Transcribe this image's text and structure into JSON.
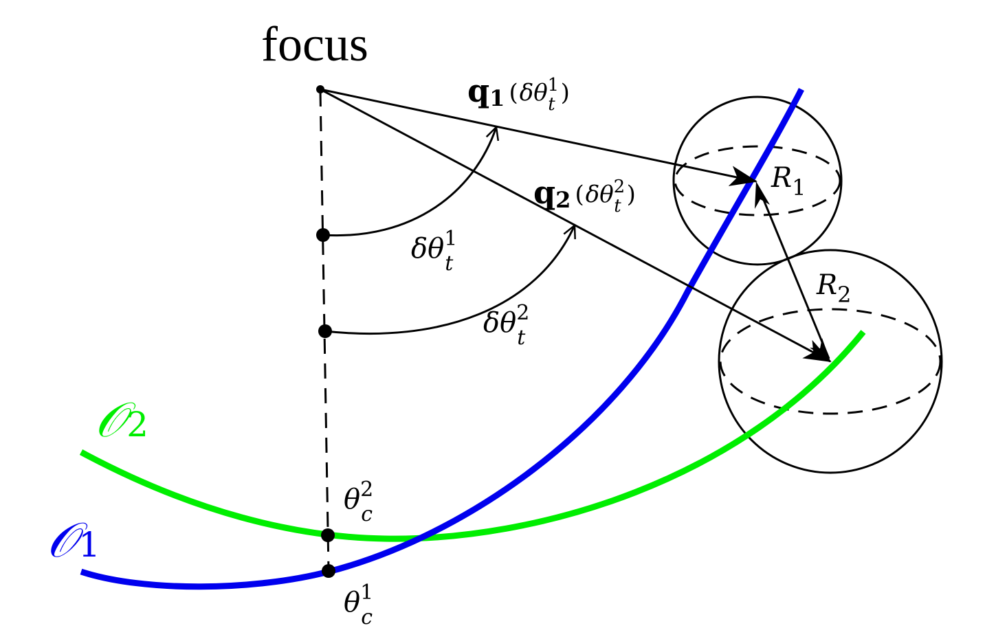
{
  "focus_label": "focus",
  "orbits": [
    {
      "name": "O1",
      "script_letter": "𝒪",
      "subscript": "1",
      "color": "#0000ee"
    },
    {
      "name": "O2",
      "script_letter": "𝒪",
      "subscript": "2",
      "color": "#00ee00"
    }
  ],
  "vectors": {
    "q1": {
      "symbol": "q",
      "sub": "1",
      "arg_open": "(",
      "arg_delta": "δ",
      "arg_theta": "θ",
      "arg_sup": "1",
      "arg_sub": "t",
      "arg_close": ")"
    },
    "q2": {
      "symbol": "q",
      "sub": "2",
      "arg_open": "(",
      "arg_delta": "δ",
      "arg_theta": "θ",
      "arg_sup": "2",
      "arg_sub": "t",
      "arg_close": ")"
    }
  },
  "angles": {
    "dtheta1": {
      "delta": "δ",
      "theta": "θ",
      "sup": "1",
      "sub": "t"
    },
    "dtheta2": {
      "delta": "δ",
      "theta": "θ",
      "sup": "2",
      "sub": "t"
    },
    "theta_c1": {
      "theta": "θ",
      "sup": "1",
      "sub": "c"
    },
    "theta_c2": {
      "theta": "θ",
      "sup": "2",
      "sub": "c"
    }
  },
  "radii": {
    "R1": {
      "letter": "R",
      "sub": "1"
    },
    "R2": {
      "letter": "R",
      "sub": "2"
    }
  }
}
